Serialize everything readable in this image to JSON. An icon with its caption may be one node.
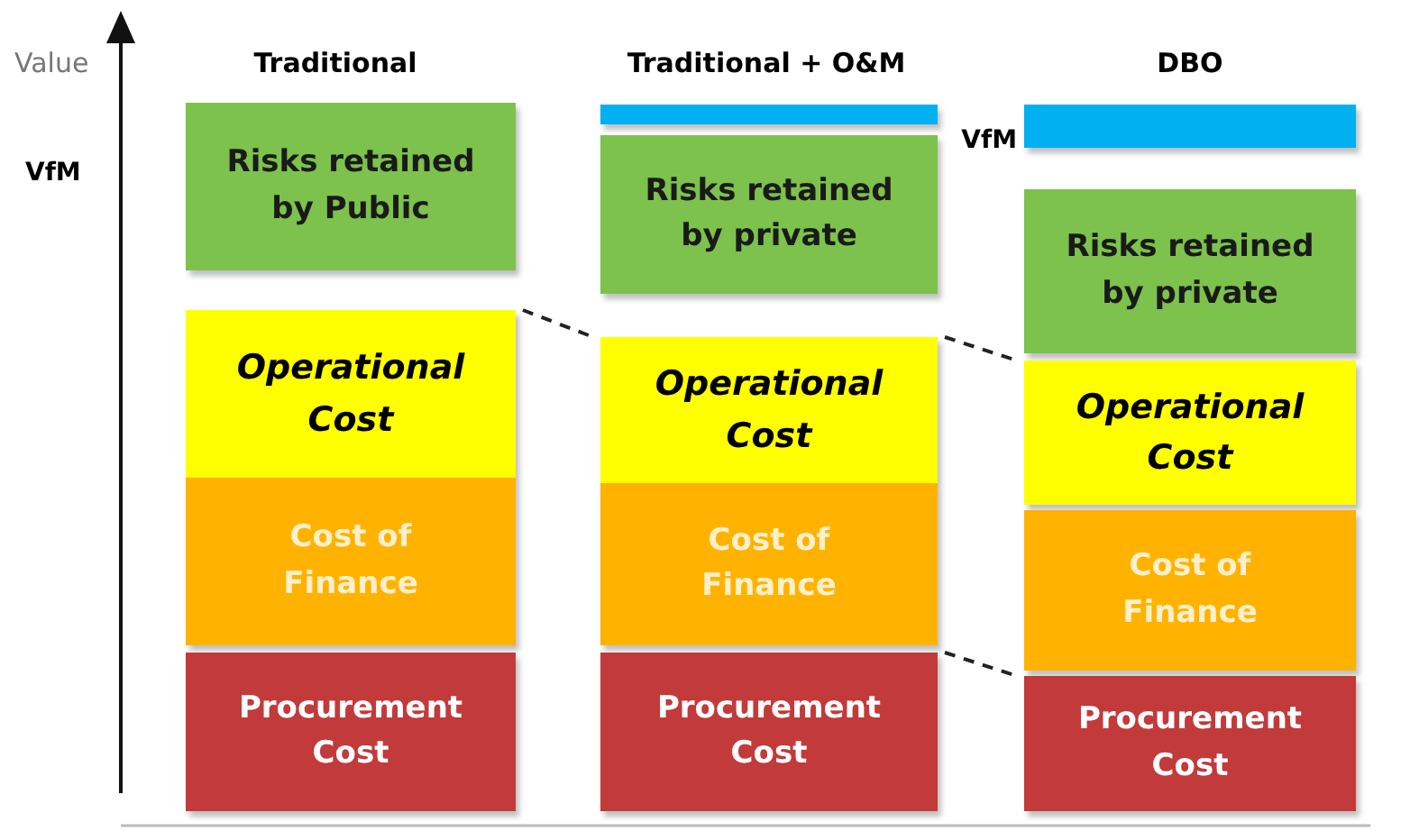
{
  "diagram": {
    "nodes": [
      {
        "text": [
          "Risks retained by Public"
        ]
      },
      {
        "text": [
          "Operational Cost"
        ]
      },
      {
        "text": [
          "Cost of Finance"
        ]
      },
      {
        "text": [
          "Procurement Cost"
        ]
      },
      {
        "text": [],
        "shape": "bar"
      },
      {
        "text": [
          "Risks retained by private"
        ]
      },
      {
        "text": [
          "Operational Cost"
        ]
      },
      {
        "text": [
          "Cost of Finance"
        ]
      },
      {
        "text": [
          "Procurement Cost"
        ]
      },
      {
        "text": [],
        "shape": "bar",
        "beside": [
          "VfM"
        ]
      },
      {
        "text": [
          "Risks retained by private"
        ]
      },
      {
        "text": [
          "Operational Cost"
        ]
      },
      {
        "text": [
          "Cost of Finance"
        ]
      },
      {
        "text": [
          "Procurement Cost"
        ]
      }
    ],
    "edges": [
      {
        "from": 1,
        "to": 6,
        "arrow": "none",
        "style": "dashed"
      },
      {
        "from": 6,
        "to": 11,
        "arrow": "none",
        "style": "dashed"
      },
      {
        "from": 8,
        "to": 13,
        "arrow": "none",
        "style": "dashed"
      }
    ],
    "labels": [
      "Value",
      "Traditional",
      "Traditional + O&M",
      "DBO",
      "VfM"
    ]
  }
}
